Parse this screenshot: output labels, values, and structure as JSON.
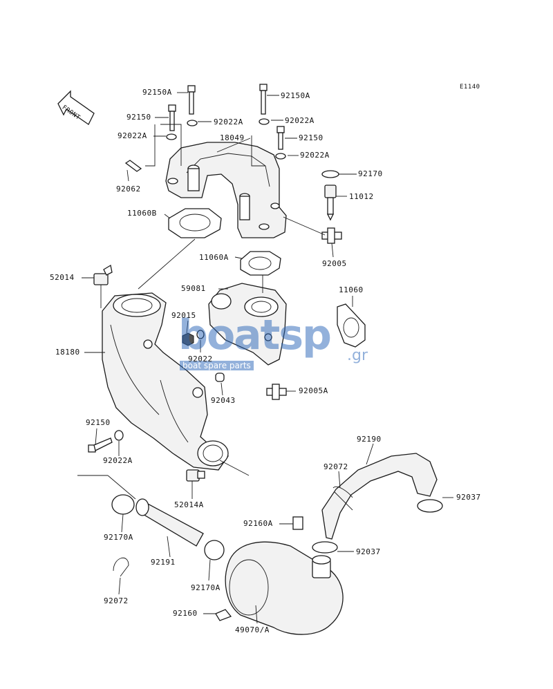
{
  "diagram": {
    "code": "E1140",
    "front_label": "FRONT",
    "labels": {
      "p92150A_1": "92150A",
      "p92150A_2": "92150A",
      "p92150_1": "92150",
      "p92150_2": "92150",
      "p92022A_1": "92022A",
      "p92022A_2": "92022A",
      "p92022A_3": "92022A",
      "p92022A_4": "92022A",
      "p18049": "18049",
      "p92062": "92062",
      "p92170": "92170",
      "p11012": "11012",
      "p11060B": "11060B",
      "p92005": "92005",
      "p11060A": "11060A",
      "p52014": "52014",
      "p59081": "59081",
      "p11060": "11060",
      "p92015": "92015",
      "p18180": "18180",
      "p92022": "92022",
      "p92043": "92043",
      "p92005A": "92005A",
      "p92150_3": "92150",
      "p92022A_5": "92022A",
      "p92190": "92190",
      "p92072_1": "92072",
      "p92037_1": "92037",
      "p52014A": "52014A",
      "p92160A": "92160A",
      "p92037_2": "92037",
      "p92170A_1": "92170A",
      "p92191": "92191",
      "p92170A_2": "92170A",
      "p92072_2": "92072",
      "p92160": "92160",
      "p49070A": "49070/A"
    }
  },
  "watermark": {
    "brand": "boatsp",
    "tld": ".gr",
    "tagline": "boat spare parts"
  }
}
